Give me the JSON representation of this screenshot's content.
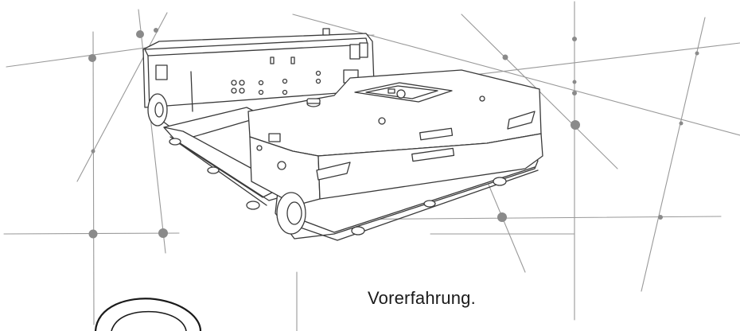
{
  "caption": {
    "text": "Vorerfahrung."
  },
  "colors": {
    "line": "#999999",
    "node": "#8a8a8a",
    "robot_stroke": "#3a3a3a",
    "text": "#1a1a1a",
    "background": "#ffffff"
  },
  "illustration": {
    "subject": "robot-vehicle-line-drawing",
    "background_pattern": "network-lines-with-nodes"
  }
}
